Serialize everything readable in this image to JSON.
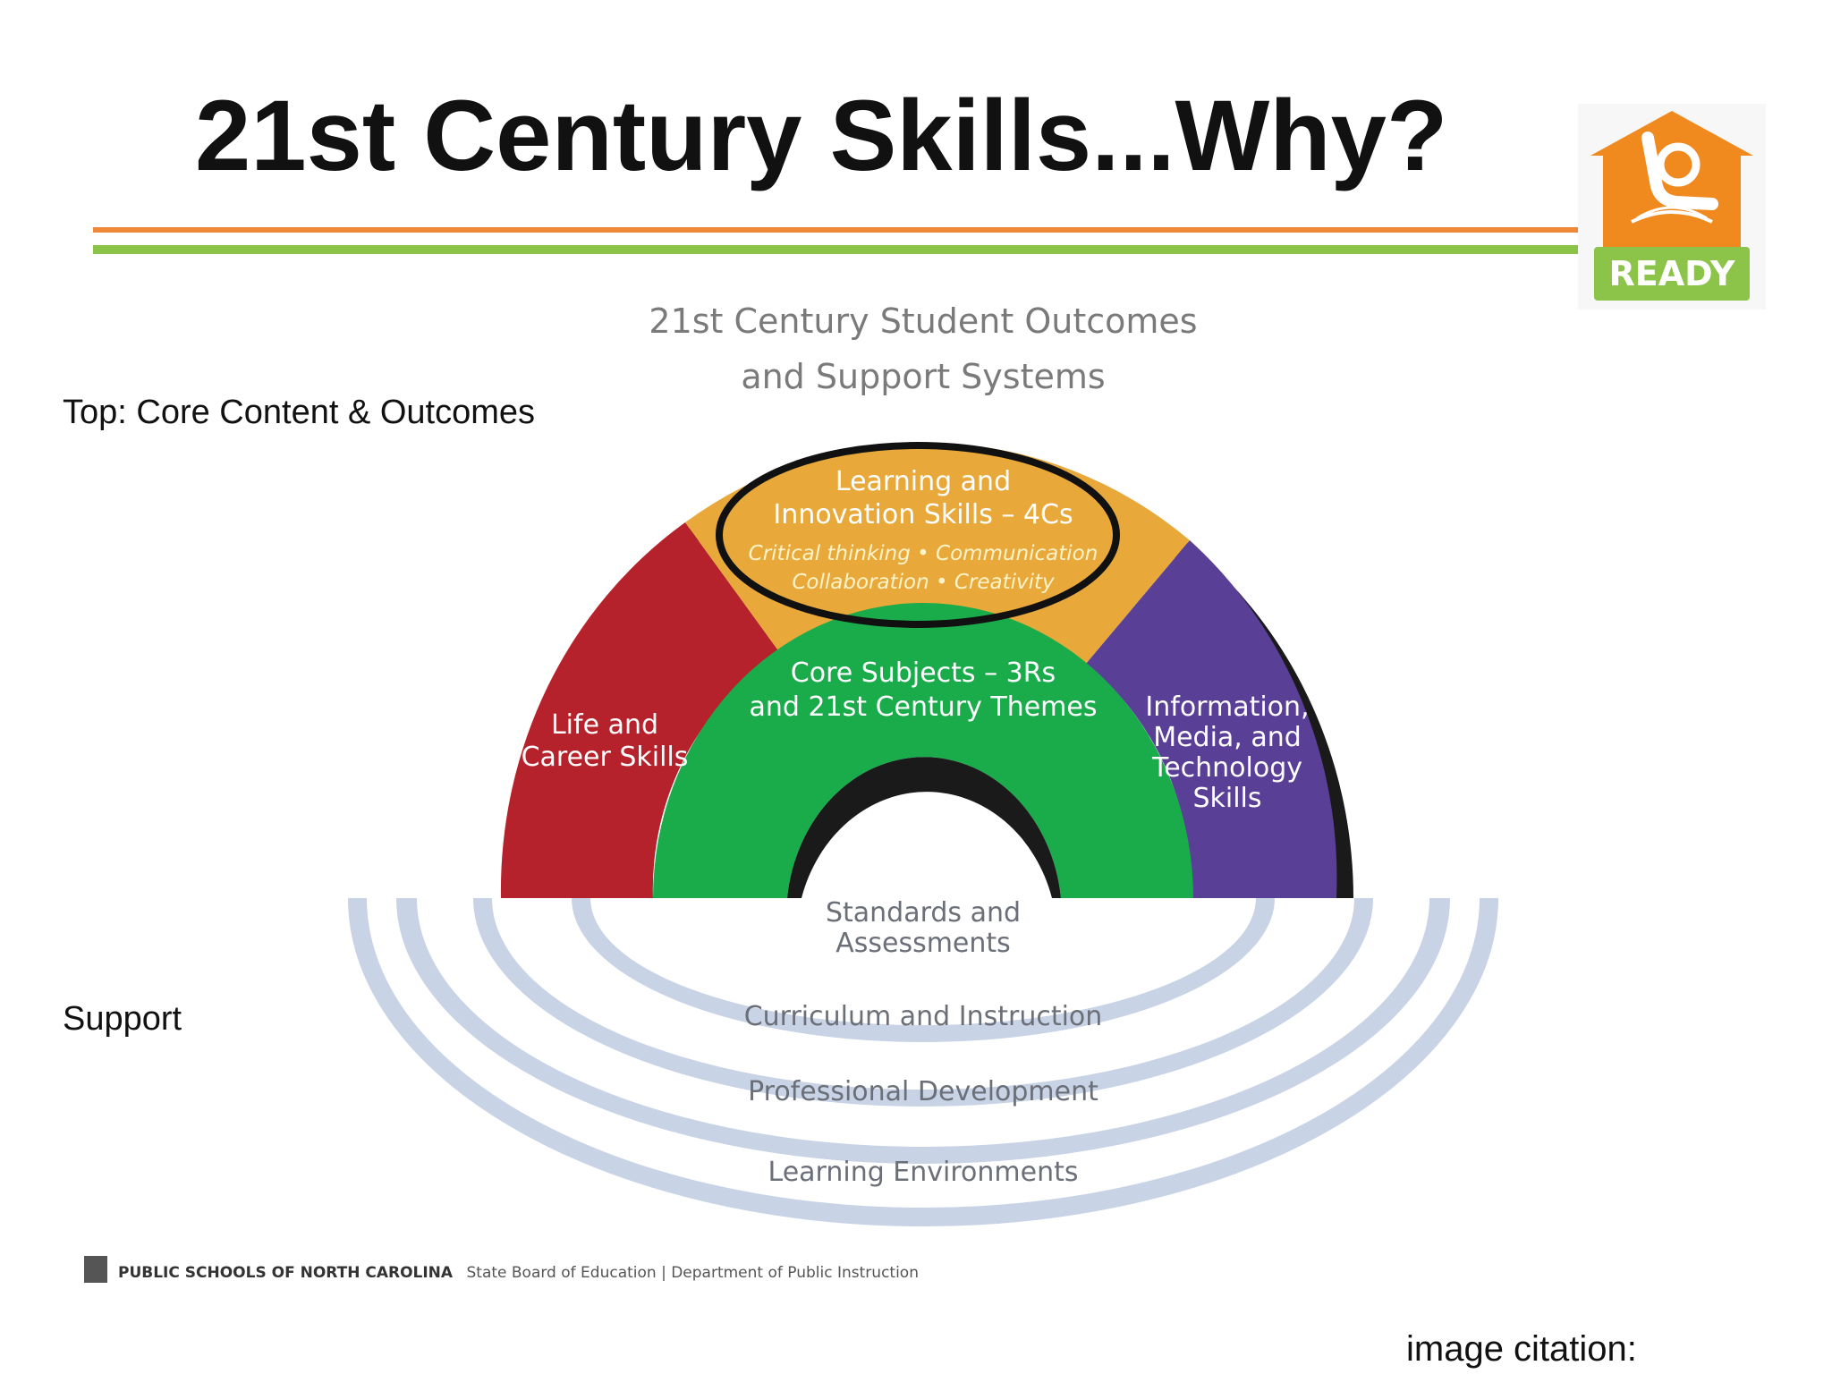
{
  "slide": {
    "title": "21st Century Skills...Why?",
    "label_top": "Top: Core Content & Outcomes",
    "label_support": "Support",
    "citation": "image citation:"
  },
  "logo": {
    "text": "READY",
    "house_color": "#f08a1e",
    "ribbon_color": "#8cc449"
  },
  "diagram": {
    "title_line1": "21st Century Student Outcomes",
    "title_line2": "and Support Systems",
    "segments": {
      "life_career": {
        "line1": "Life and",
        "line2": "Career Skills",
        "color": "#b5222b"
      },
      "learning_innovation": {
        "line1": "Learning and",
        "line2": "Innovation Skills – 4Cs",
        "sub1": "Critical thinking • Communication",
        "sub2": "Collaboration • Creativity",
        "color": "#e8a93a"
      },
      "information_media": {
        "line1": "Information,",
        "line2": "Media, and",
        "line3": "Technology",
        "line4": "Skills",
        "color": "#5a3f97"
      },
      "core_subjects": {
        "line1": "Core Subjects – 3Rs",
        "line2": "and 21st Century Themes",
        "color": "#1aab4b"
      }
    },
    "support_rings": {
      "standards": {
        "line1": "Standards and",
        "line2": "Assessments"
      },
      "curriculum": "Curriculum and Instruction",
      "professional": "Professional Development",
      "environments": "Learning Environments",
      "color": "#c9d3e6"
    },
    "footer": {
      "org": "PUBLIC SCHOOLS OF NORTH CAROLINA",
      "agencies": "State Board of Education | Department of Public Instruction"
    }
  },
  "colors": {
    "orange_rule": "#f0883a",
    "green_rule": "#8cc449",
    "highlight_ellipse": "#111111"
  }
}
